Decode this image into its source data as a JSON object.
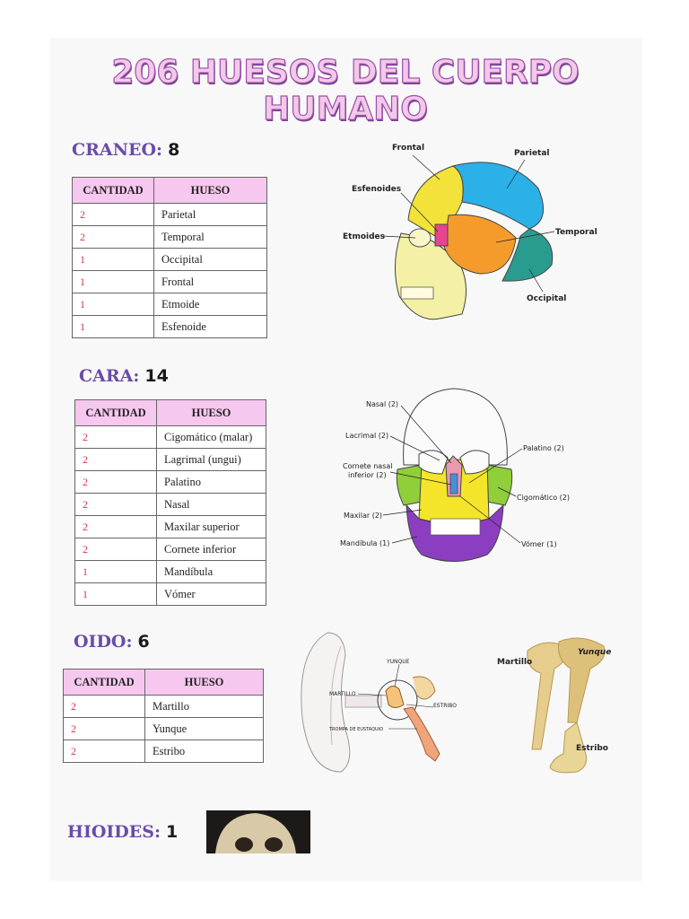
{
  "title": "206 HUESOS DEL CUERPO HUMANO",
  "colors": {
    "section": "#6a4bab",
    "header_bg": "#f6c7ef",
    "quantity": "#d23a48"
  },
  "table_headers": {
    "cantidad": "CANTIDAD",
    "hueso": "HUESO"
  },
  "craneo": {
    "label": "CRANEO:",
    "count": "8",
    "rows": [
      {
        "q": "2",
        "bone": "Parietal"
      },
      {
        "q": "2",
        "bone": "Temporal"
      },
      {
        "q": "1",
        "bone": "Occipital"
      },
      {
        "q": "1",
        "bone": "Frontal"
      },
      {
        "q": "1",
        "bone": "Etmoide"
      },
      {
        "q": "1",
        "bone": "Esfenoide"
      }
    ],
    "figure_labels": {
      "frontal": "Frontal",
      "parietal": "Parietal",
      "esfenoides": "Esfenoides",
      "etmoides": "Etmoides",
      "temporal": "Temporal",
      "occipital": "Occipital"
    }
  },
  "cara": {
    "label": "CARA:",
    "count": "14",
    "rows": [
      {
        "q": "2",
        "bone": "Cigomático (malar)"
      },
      {
        "q": "2",
        "bone": "Lagrimal (ungui)"
      },
      {
        "q": "2",
        "bone": "Palatino"
      },
      {
        "q": "2",
        "bone": "Nasal"
      },
      {
        "q": "2",
        "bone": "Maxilar superior"
      },
      {
        "q": "2",
        "bone": "Cornete inferior"
      },
      {
        "q": "1",
        "bone": "Mandíbula"
      },
      {
        "q": "1",
        "bone": "Vómer"
      }
    ],
    "figure_labels": {
      "nasal": "Nasal (2)",
      "lacrimal": "Lacrimal (2)",
      "cornete1": "Cornete nasal",
      "cornete2": "inferior (2)",
      "maxilar": "Maxilar (2)",
      "mandibula": "Mandíbula (1)",
      "palatino": "Palatino (2)",
      "cigomatico": "Cigomático (2)",
      "vomer": "Vómer (1)"
    }
  },
  "oido": {
    "label": "OIDO:",
    "count": "6",
    "rows": [
      {
        "q": "2",
        "bone": "Martillo"
      },
      {
        "q": "2",
        "bone": "Yunque"
      },
      {
        "q": "2",
        "bone": "Estribo"
      }
    ],
    "ear_labels": {
      "yunque": "YUNQUE",
      "martillo": "MARTILLO",
      "estribo": "ESTRIBO",
      "trompa": "TROMPA DE EUSTAQUIO"
    },
    "ossicle_labels": {
      "martillo": "Martillo",
      "yunque": "Yunque",
      "estribo": "Estribo"
    }
  },
  "hioides": {
    "label": "HIOIDES:",
    "count": "1"
  }
}
